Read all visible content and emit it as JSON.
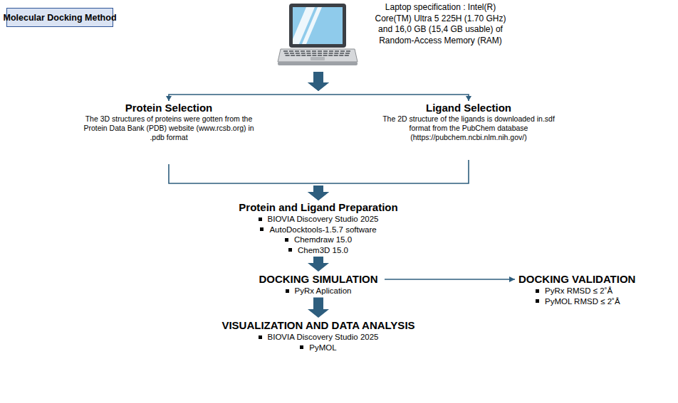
{
  "diagram": {
    "nodes": [
      {
        "text": [
          "Molecular Docking Method"
        ]
      },
      {
        "text": [
          "Laptop specification : Intel(R) Core(TM) Ultra 5 225H (1.70 GHz) and 16,0 GB (15,4 GB usable) of Random-Access Memory (RAM)"
        ]
      },
      {
        "text": [
          "Protein Selection",
          "The 3D structures of proteins were gotten from the Protein Data Bank (PDB) website (www.rcsb.org) in .pdb format"
        ]
      },
      {
        "text": [
          "Ligand Selection",
          "The 2D structure of the ligands is downloaded in.sdf format from the PubChem database (https://pubchem.ncbi.nlm.nih.gov/)"
        ]
      },
      {
        "text": [
          "Protein and Ligand Preparation",
          "BIOVIA Discovery Studio 2025",
          "AutoDocktools-1.5.7 software",
          "Chemdraw 15.0",
          "Chem3D 15.0"
        ]
      },
      {
        "text": [
          "DOCKING SIMULATION",
          "PyRx Aplication"
        ]
      },
      {
        "text": [
          "DOCKING VALIDATION",
          "PyRx RMSD ≤ 2˚Å",
          "PyMOL RMSD ≤ 2˚Å"
        ]
      },
      {
        "text": [
          "VISUALIZATION AND DATA ANALYSIS",
          "BIOVIA Discovery Studio 2025",
          "PyMOL"
        ]
      }
    ],
    "edges": [
      {
        "from": 1,
        "to": 2,
        "arrow": "to"
      },
      {
        "from": 1,
        "to": 3,
        "arrow": "to"
      },
      {
        "from": 2,
        "to": 4,
        "arrow": "to"
      },
      {
        "from": 3,
        "to": 4,
        "arrow": "to"
      },
      {
        "from": 4,
        "to": 5,
        "arrow": "to"
      },
      {
        "from": 5,
        "to": 6,
        "arrow": "to"
      },
      {
        "from": 5,
        "to": 7,
        "arrow": "to"
      }
    ]
  }
}
